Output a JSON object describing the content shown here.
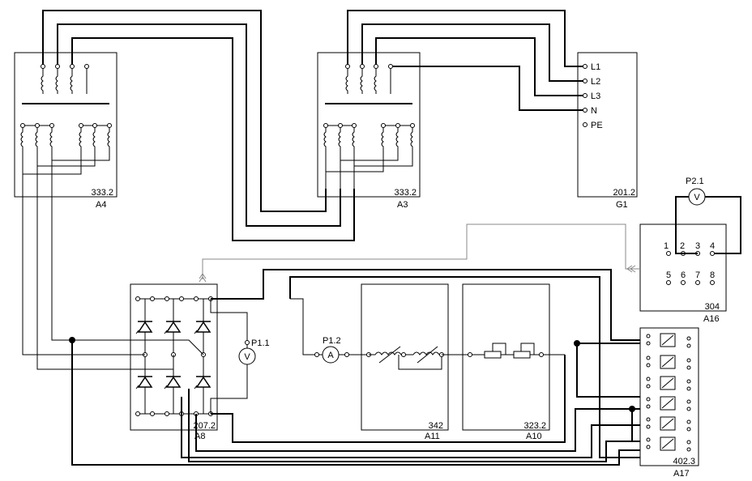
{
  "modules": {
    "a4": {
      "code": "333.2",
      "label": "A4"
    },
    "a3": {
      "code": "333.2",
      "label": "A3"
    },
    "g1": {
      "code": "201.2",
      "label": "G1",
      "terminals": [
        "L1",
        "L2",
        "L3",
        "N",
        "PE"
      ]
    },
    "a16": {
      "code": "304",
      "label": "A16",
      "numbers_top": [
        "1",
        "2",
        "3",
        "4"
      ],
      "numbers_bottom": [
        "5",
        "6",
        "7",
        "8"
      ]
    },
    "a8": {
      "code": "207.2",
      "label": "A8"
    },
    "a11": {
      "code": "342",
      "label": "A11"
    },
    "a10": {
      "code": "323.2",
      "label": "A10"
    },
    "a17": {
      "code": "402.3",
      "label": "A17"
    }
  },
  "meters": {
    "p21": {
      "tag": "P2.1",
      "symbol": "V"
    },
    "p11": {
      "tag": "P1.1",
      "symbol": "V"
    },
    "p12": {
      "tag": "P1.2",
      "symbol": "A"
    }
  }
}
